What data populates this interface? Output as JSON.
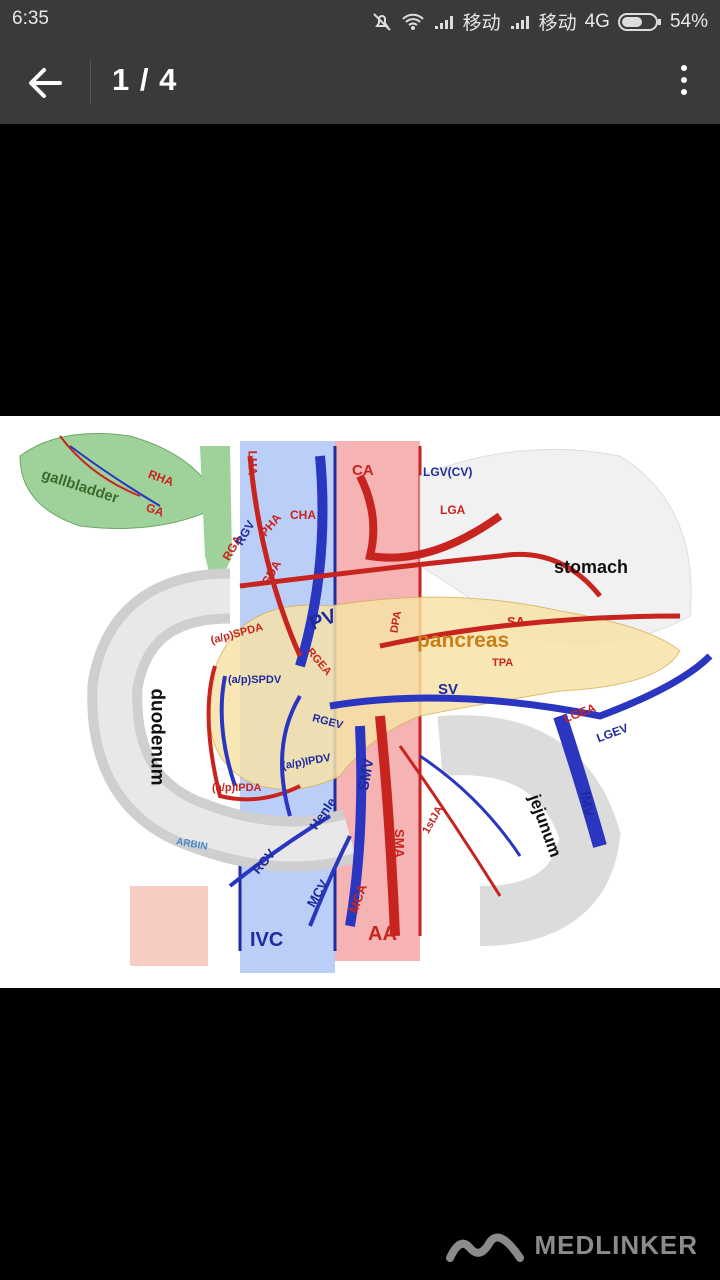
{
  "status_bar": {
    "time": "6:35",
    "carrier1": "移动",
    "carrier2": "移动",
    "network": "4G",
    "battery": "54%"
  },
  "app_bar": {
    "counter": "1 / 4"
  },
  "figure": {
    "labels": {
      "gallbladder": "gallbladder",
      "rha": "RHA",
      "ga": "GA",
      "lha": "LHA",
      "pha": "PHA",
      "cha": "CHA",
      "rga": "RGA",
      "rgv": "RGV",
      "gda": "GDA",
      "ca": "CA",
      "lgv": "LGV(CV)",
      "lga": "LGA",
      "stomach": "stomach",
      "pv": "PV",
      "dpa": "DPA",
      "pancreas": "pancreas",
      "sa": "SA",
      "tpa": "TPA",
      "spda": "(a/p)SPDA",
      "spdv": "(a/p)SPDV",
      "rgea": "RGEA",
      "sv": "SV",
      "lgea": "LGEA",
      "lgev": "LGEV",
      "rgev": "RGEV",
      "ipdv": "(a/p)IPDV",
      "ipda": "(a/p)IPDA",
      "duodenum": "duodenum",
      "smv": "SMV",
      "henle": "Henle",
      "jejunum": "jejunum",
      "imv": "IMV",
      "rcv": "RCV",
      "mcv": "MCV",
      "mca": "MCA",
      "sma": "SMA",
      "first_ja": "1stJA",
      "ivc": "IVC",
      "aa": "AA",
      "artist": "ARBIN"
    }
  },
  "watermark": {
    "text": "MEDLINKER"
  }
}
